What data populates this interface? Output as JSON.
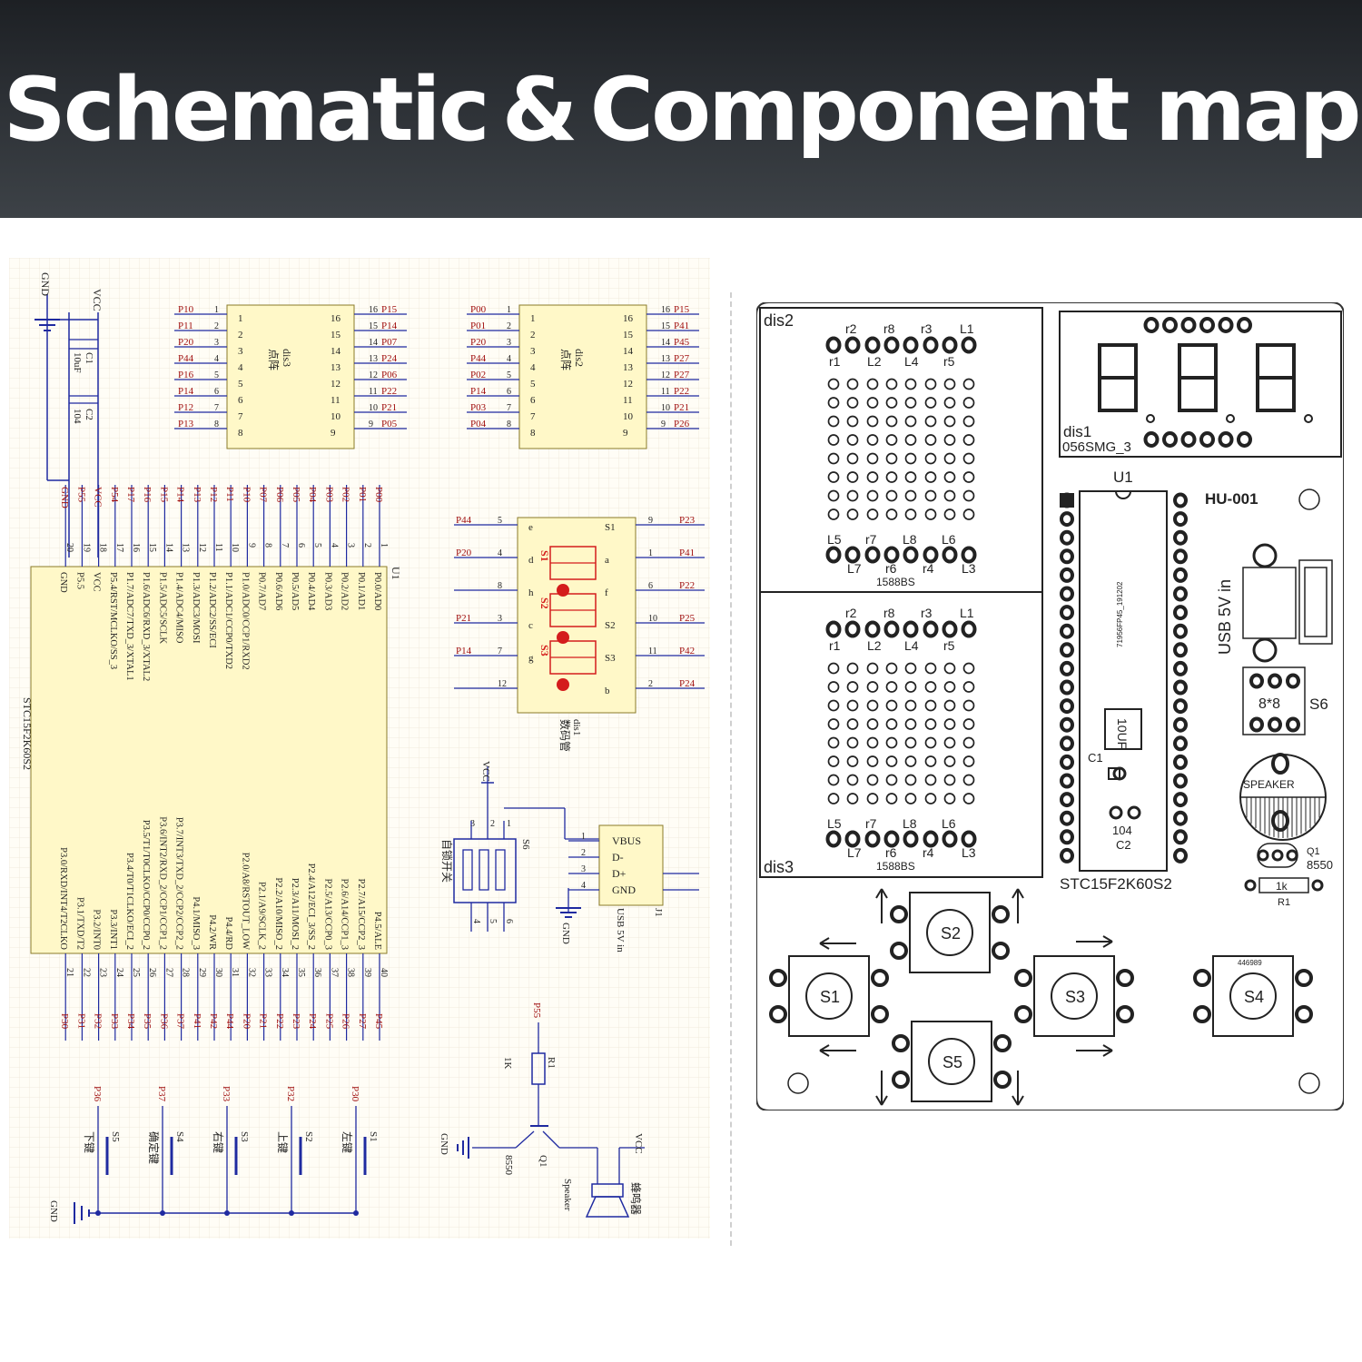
{
  "banner": {
    "title": "Schematic & Component map"
  },
  "schematic": {
    "power": {
      "gnd": "GND",
      "vcc": "VCC",
      "c1_name": "C1",
      "c1_value": "10uF",
      "c2_name": "C2",
      "c2_value": "104"
    },
    "dis3": {
      "ref": "dis3",
      "desc": "点阵",
      "left_nets": [
        "P10",
        "P11",
        "P20",
        "P44",
        "P16",
        "P14",
        "P12",
        "P13"
      ],
      "right_nets": [
        "P15",
        "P14",
        "P07",
        "P24",
        "P06",
        "P22",
        "P21",
        "P05"
      ]
    },
    "dis2": {
      "ref": "dis2",
      "desc": "点阵",
      "left_nets": [
        "P00",
        "P01",
        "P20",
        "P44",
        "P02",
        "P14",
        "P03",
        "P04"
      ],
      "right_nets": [
        "P15",
        "P41",
        "P45",
        "P27",
        "P27",
        "P22",
        "P21",
        "P26"
      ]
    },
    "dis_pins_left": [
      "1",
      "2",
      "3",
      "4",
      "5",
      "6",
      "7",
      "8"
    ],
    "dis_pins_right": [
      "16",
      "15",
      "14",
      "13",
      "12",
      "11",
      "10",
      "9"
    ],
    "u1": {
      "ref": "U1",
      "part": "STC15F2K60S2",
      "top_nets": [
        "P00",
        "P01",
        "P02",
        "P03",
        "P04",
        "P05",
        "P06",
        "P07",
        "P10",
        "P11",
        "P12",
        "P13",
        "P14",
        "P15",
        "P16",
        "P17",
        "P54",
        "VCC",
        "P55",
        "GND"
      ],
      "top_nums": [
        "1",
        "2",
        "3",
        "4",
        "5",
        "6",
        "7",
        "8",
        "9",
        "10",
        "11",
        "12",
        "13",
        "14",
        "15",
        "16",
        "17",
        "18",
        "19",
        "20"
      ],
      "top_pins": [
        "P0.0/AD0",
        "P0.1/AD1",
        "P0.2/AD2",
        "P0.3/AD3",
        "P0.4/AD4",
        "P0.5/AD5",
        "P0.6/AD6",
        "P0.7/AD7",
        "P1.0/ADC0/CCP1/RXD2",
        "P1.1/ADC1/CCP0/TXD2",
        "P1.2/ADC2/SS/ECI",
        "P1.3/ADC3/MOSI",
        "P1.4/ADC4/MISO",
        "P1.5/ADC5/SCLK",
        "P1.6/ADC6/RXD_3/XTAL2",
        "P1.7/ADC7/TXD_3/XTAL1",
        "P5.4/RST/MCLKO/SS_3",
        "VCC",
        "P5.5",
        "GND"
      ],
      "bottom_nets": [
        "P45",
        "P27",
        "P26",
        "P25",
        "P24",
        "P23",
        "P22",
        "P21",
        "P20",
        "P44",
        "P42",
        "P41",
        "P37",
        "P36",
        "P35",
        "P34",
        "P33",
        "P32",
        "P31",
        "P30"
      ],
      "bottom_nums": [
        "40",
        "39",
        "38",
        "37",
        "36",
        "35",
        "34",
        "33",
        "32",
        "31",
        "30",
        "29",
        "28",
        "27",
        "26",
        "25",
        "24",
        "23",
        "22",
        "21"
      ],
      "bottom_pins": [
        "P4.5/ALE",
        "P2.7/A15/CCP2_3",
        "P2.6/A14/CCP1_3",
        "P2.5/A13/CCP0_3",
        "P2.4/A12/ECI_3/SS_2",
        "P2.3/A11/MOSI_2",
        "P2.2/A10/MISO_2",
        "P2.1/A9/SCLK_2",
        "P2.0/A8/RSTOUT_LOW",
        "P4.4/RD",
        "P4.2/WR",
        "P4.1/MISO_3",
        "P3.7/INT3/TXD_2/CCP2/CCP2_2",
        "P3.6/INT2/RXD_2/CCP1/CCP1_2",
        "P3.5/T1/T0CLKO/CCP0/CCP0_2",
        "P3.4/T0/T1CLKO/ECI_2",
        "P3.3/INT1",
        "P3.2/INT0",
        "P3.1/TXD/T2",
        "P3.0/RXD/INT4/T2CLKO"
      ]
    },
    "dis1": {
      "ref": "dis1",
      "desc": "数码管",
      "left_nets": [
        "P44",
        "P20",
        "",
        "P21",
        "P14",
        ""
      ],
      "left_nums": [
        "5",
        "4",
        "8",
        "3",
        "7",
        "12"
      ],
      "left_pins": [
        "e",
        "d",
        "h",
        "c",
        "g",
        ""
      ],
      "right_nets": [
        "P23",
        "P41",
        "P22",
        "P25",
        "P42",
        "P24"
      ],
      "right_nums": [
        "9",
        "1",
        "6",
        "10",
        "11",
        "2"
      ],
      "right_pins": [
        "S1",
        "a",
        "f",
        "S2",
        "S3",
        "b"
      ],
      "digits": [
        "S1",
        "S2",
        "S3"
      ]
    },
    "s6": {
      "ref": "S6",
      "desc": "自锁开关",
      "nums": [
        "1",
        "2",
        "3",
        "4",
        "5",
        "6"
      ],
      "vcc": "VCC",
      "gnd": "GND"
    },
    "usb": {
      "ref": "J1",
      "desc": "USB 5V in",
      "pins": [
        "VBUS",
        "D-",
        "D+",
        "GND"
      ],
      "nums": [
        "1",
        "2",
        "3",
        "4"
      ]
    },
    "buzzer": {
      "net": "P55",
      "r_ref": "R1",
      "r_val": "1K",
      "q_ref": "Q1",
      "q_val": "8550",
      "gnd": "GND",
      "vcc": "VCC",
      "spk_ref": "Speaker",
      "spk_desc": "蜂鸣器"
    },
    "keys": {
      "gnd": "GND",
      "items": [
        {
          "net": "P36",
          "ref": "S5",
          "desc": "下键"
        },
        {
          "net": "P37",
          "ref": "S4",
          "desc": "确定键"
        },
        {
          "net": "P33",
          "ref": "S3",
          "desc": "右键"
        },
        {
          "net": "P32",
          "ref": "S2",
          "desc": "上键"
        },
        {
          "net": "P30",
          "ref": "S1",
          "desc": "左键"
        }
      ]
    }
  },
  "pcb": {
    "dis2": "dis2",
    "dis3": "dis3",
    "dis1": "dis1",
    "dis1_part": "056SMG_3",
    "matrix_part": "1588BS",
    "matrix_row_labels": [
      "r2",
      "r8",
      "r3",
      "L1"
    ],
    "matrix_row_labels_2": [
      "r1",
      "L2",
      "L4",
      "r5"
    ],
    "matrix_bot_labels": [
      "L5",
      "r7",
      "L8",
      "L6"
    ],
    "matrix_bot_labels_2": [
      "L7",
      "r6",
      "r4",
      "L3"
    ],
    "u1": "U1",
    "u1_code": "71956FP45_191202",
    "part": "STC15F2K60S2",
    "board": "HU-001",
    "usb": "USB 5V in",
    "s6": "S6",
    "s6_body": "8*8",
    "speaker": "SPEAKER",
    "c1": "C1",
    "c1_val": "10UF",
    "c2": "C2",
    "c2_val": "104",
    "q1": "Q1",
    "q1_val": "8550",
    "r1": "R1",
    "r1_val": "1k",
    "buttons": [
      "S1",
      "S2",
      "S3",
      "S4",
      "S5"
    ],
    "s4_code": "446989"
  }
}
